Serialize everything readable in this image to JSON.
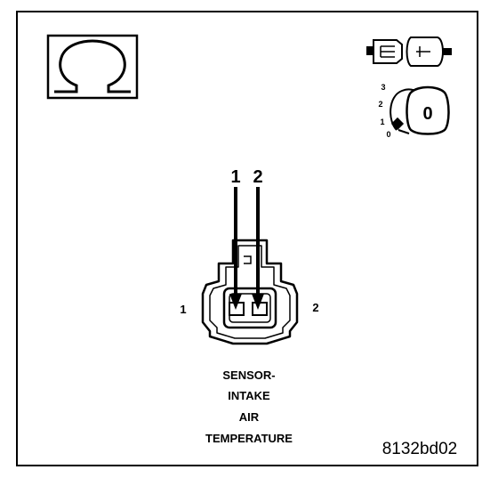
{
  "icons": {
    "ohmmeter": "ohm-symbol-icon",
    "connector_disconnect": "connector-disconnected-icon",
    "ignition_key": "ignition-key-icon"
  },
  "ignition": {
    "positions": [
      "3",
      "2",
      "1",
      "0"
    ],
    "key_label": "0"
  },
  "probes": {
    "labels": [
      "1",
      "2"
    ]
  },
  "connector": {
    "side_labels": [
      "1",
      "2"
    ]
  },
  "caption": {
    "lines": [
      "SENSOR-",
      "INTAKE",
      "AIR",
      "TEMPERATURE"
    ]
  },
  "figure_id": "8132bd02"
}
